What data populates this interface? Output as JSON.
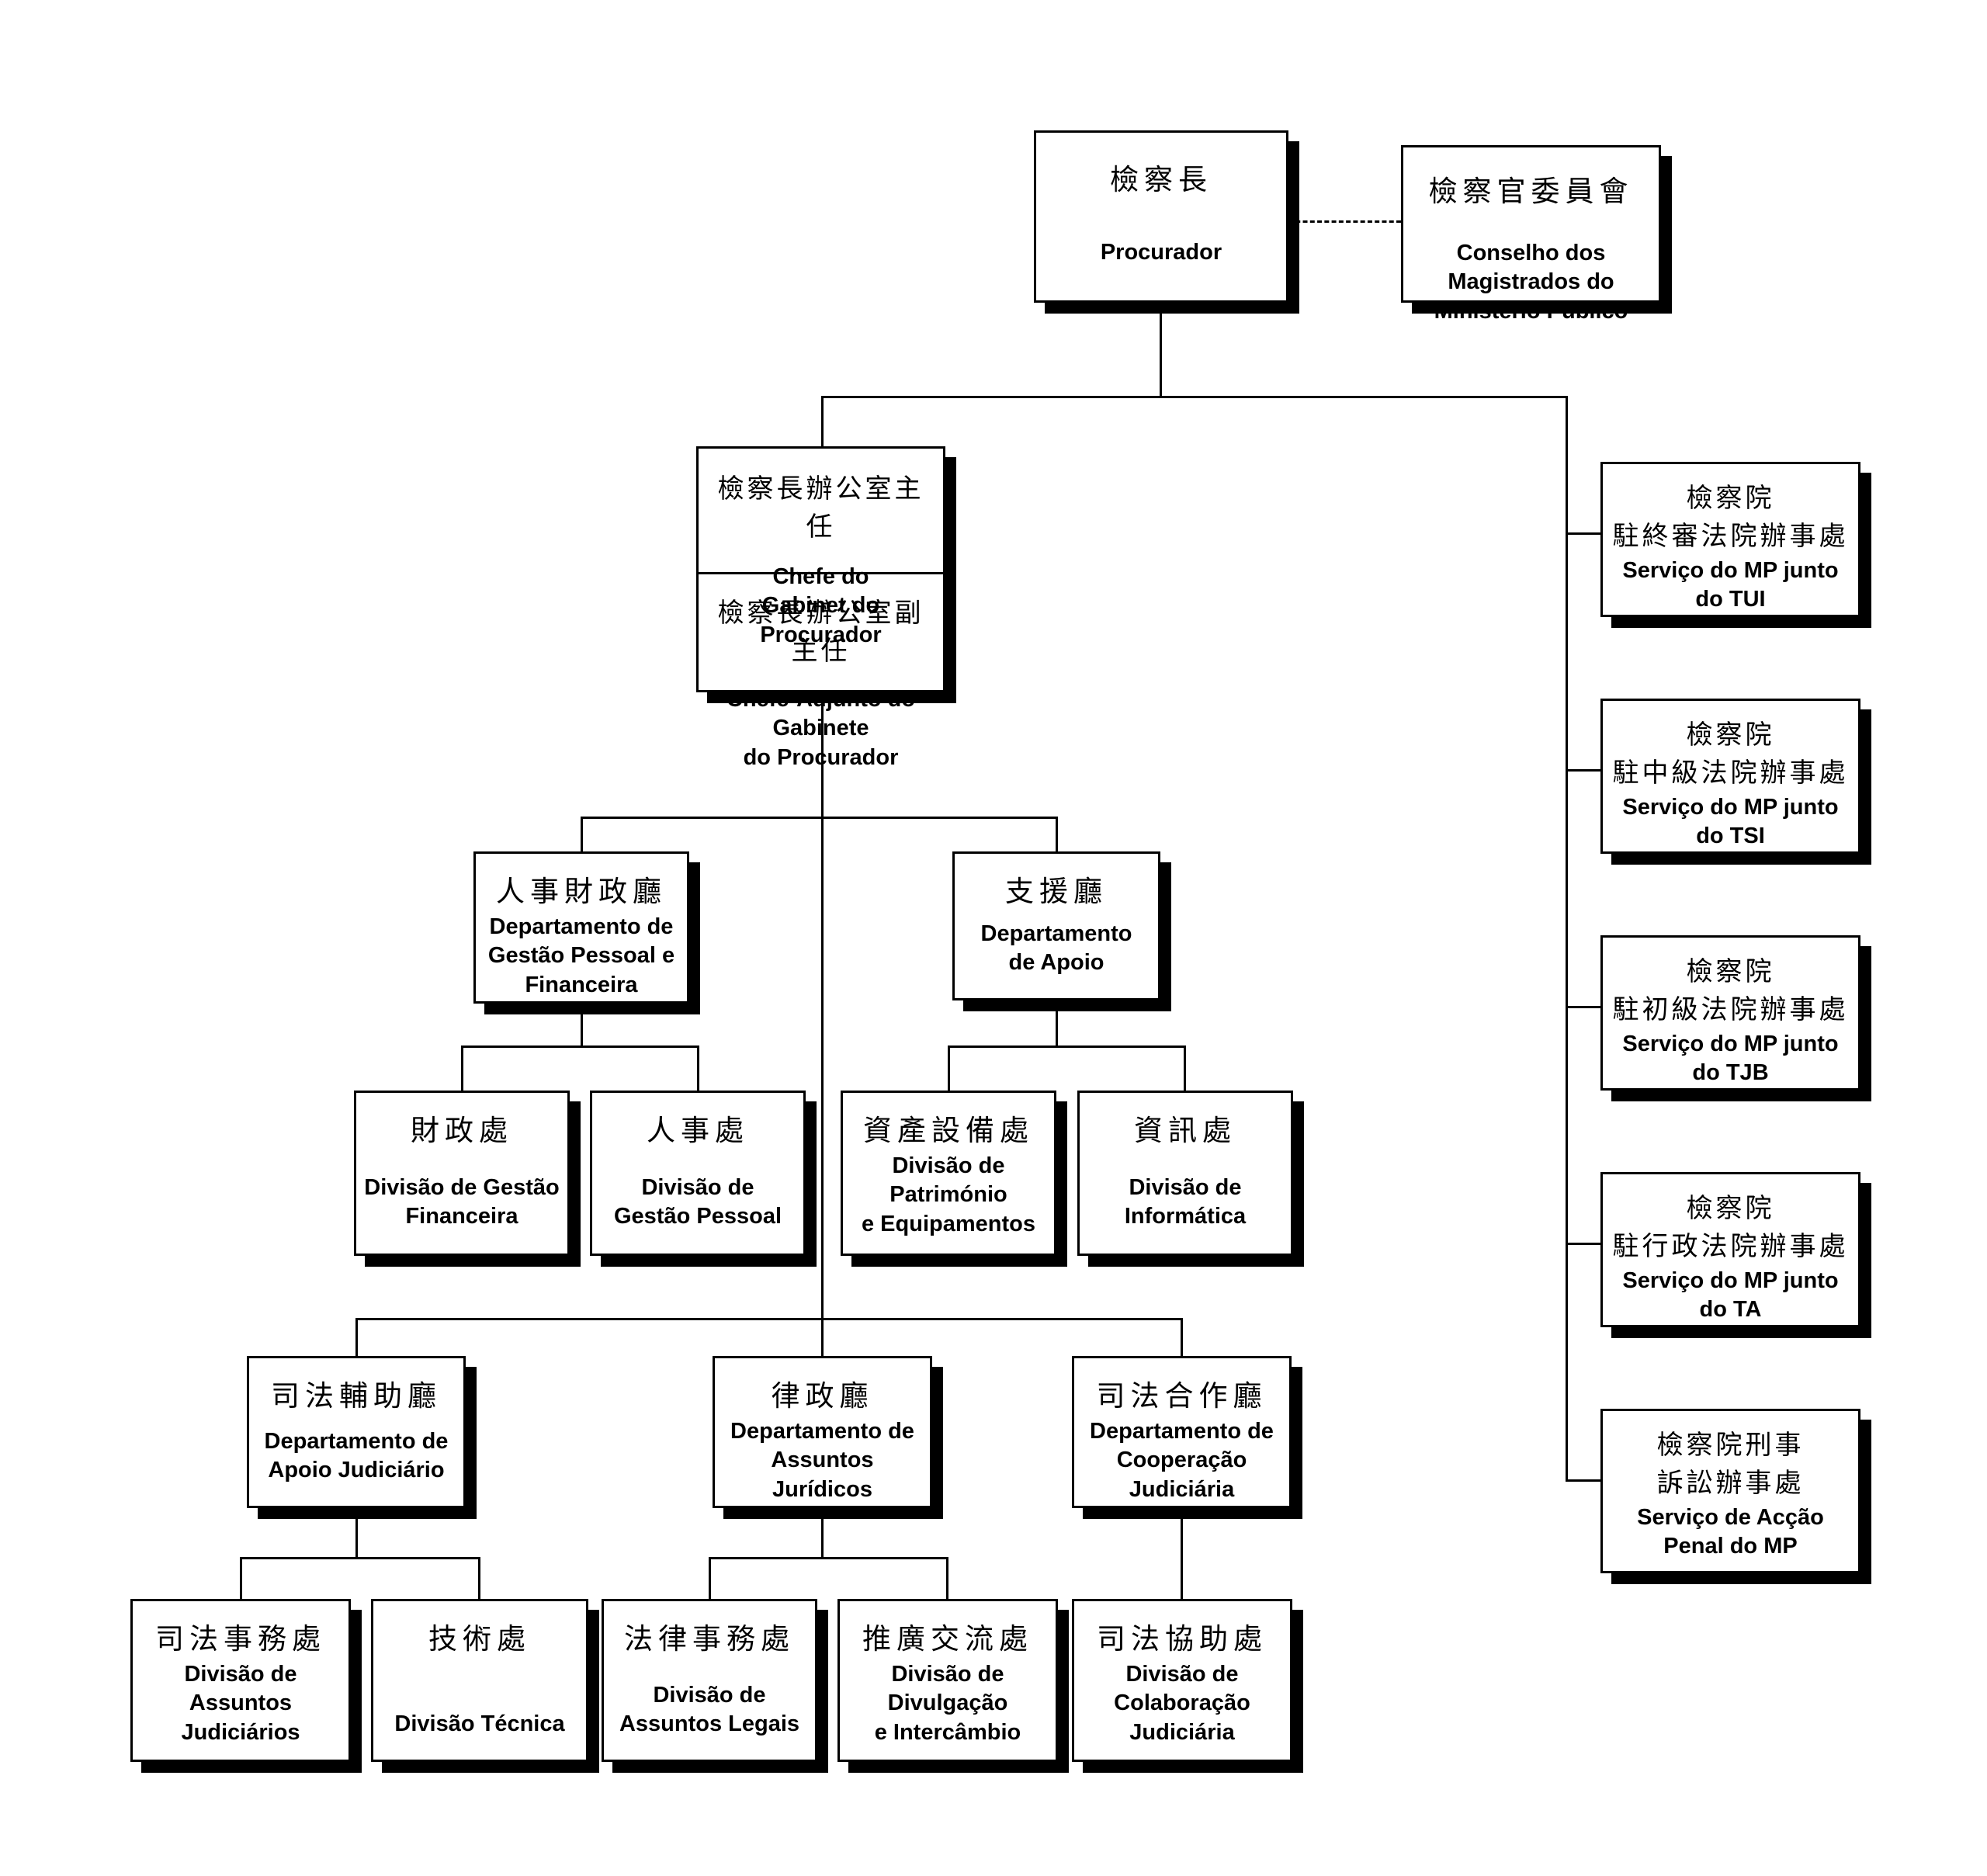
{
  "diagram": {
    "type": "org-chart",
    "accent_color": "#000000",
    "background_color": "#ffffff",
    "nodes": {
      "procurador": {
        "zh": "檢察長",
        "pt": "Procurador"
      },
      "conselho": {
        "zh": "檢察官委員會",
        "pt": "Conselho dos\nMagistrados do\nMinistério Público"
      },
      "chefe": {
        "zh": "檢察長辦公室主任",
        "pt": "Chefe do\nGabinet do Procurador"
      },
      "chefe_adjunto": {
        "zh": "檢察長辦公室副主任",
        "pt": "Chefe-Adjunto do\nGabinete\ndo Procurador"
      },
      "dept_gestao": {
        "zh": "人事財政廳",
        "pt": "Departamento de\nGestão Pessoal e\nFinanceira"
      },
      "dept_apoio": {
        "zh": "支援廳",
        "pt": "Departamento\nde Apoio"
      },
      "div_financeira": {
        "zh": "財政處",
        "pt": "Divisão de Gestão\nFinanceira"
      },
      "div_pessoal": {
        "zh": "人事處",
        "pt": "Divisão de\nGestão Pessoal"
      },
      "div_patrimonio": {
        "zh": "資產設備處",
        "pt": "Divisão de Património\ne Equipamentos"
      },
      "div_informatica": {
        "zh": "資訊處",
        "pt": "Divisão de Informática"
      },
      "dept_judiciario": {
        "zh": "司法輔助廳",
        "pt": "Departamento de\nApoio Judiciário"
      },
      "dept_juridicos": {
        "zh": "律政廳",
        "pt": "Departamento de\nAssuntos Jurídicos"
      },
      "dept_cooperacao": {
        "zh": "司法合作廳",
        "pt": "Departamento de\nCooperação Judiciária"
      },
      "div_judiciarios": {
        "zh": "司法事務處",
        "pt": "Divisão de\nAssuntos Judiciários"
      },
      "div_tecnica": {
        "zh": "技術處",
        "pt": "Divisão Técnica"
      },
      "div_legais": {
        "zh": "法律事務處",
        "pt": "Divisão de\nAssuntos Legais"
      },
      "div_divulgacao": {
        "zh": "推廣交流處",
        "pt": "Divisão de Divulgação\ne Intercâmbio"
      },
      "div_colaboracao": {
        "zh": "司法協助處",
        "pt": "Divisão de\nColaboração Judiciária"
      },
      "mp_tui": {
        "zh": "檢察院\n駐終審法院辦事處",
        "pt": "Serviço do MP junto\ndo TUI"
      },
      "mp_tsi": {
        "zh": "檢察院\n駐中級法院辦事處",
        "pt": "Serviço do MP junto\ndo TSI"
      },
      "mp_tjb": {
        "zh": "檢察院\n駐初級法院辦事處",
        "pt": "Serviço do MP junto\ndo TJB"
      },
      "mp_ta": {
        "zh": "檢察院\n駐行政法院辦事處",
        "pt": "Serviço do MP junto\ndo TA"
      },
      "mp_penal": {
        "zh": "檢察院刑事\n訴訟辦事處",
        "pt": "Serviço de Acção\nPenal do MP"
      }
    },
    "edges": [
      {
        "from": "procurador",
        "to": "conselho",
        "style": "dashed"
      },
      {
        "from": "procurador",
        "to": "chefe",
        "style": "solid"
      },
      {
        "from": "procurador",
        "to": "mp_tui",
        "style": "solid"
      },
      {
        "from": "procurador",
        "to": "mp_tsi",
        "style": "solid"
      },
      {
        "from": "procurador",
        "to": "mp_tjb",
        "style": "solid"
      },
      {
        "from": "procurador",
        "to": "mp_ta",
        "style": "solid"
      },
      {
        "from": "procurador",
        "to": "mp_penal",
        "style": "solid"
      },
      {
        "from": "chefe_adjunto",
        "to": "dept_gestao",
        "style": "solid"
      },
      {
        "from": "chefe_adjunto",
        "to": "dept_apoio",
        "style": "solid"
      },
      {
        "from": "chefe_adjunto",
        "to": "dept_judiciario",
        "style": "solid"
      },
      {
        "from": "chefe_adjunto",
        "to": "dept_juridicos",
        "style": "solid"
      },
      {
        "from": "chefe_adjunto",
        "to": "dept_cooperacao",
        "style": "solid"
      },
      {
        "from": "dept_gestao",
        "to": "div_financeira",
        "style": "solid"
      },
      {
        "from": "dept_gestao",
        "to": "div_pessoal",
        "style": "solid"
      },
      {
        "from": "dept_apoio",
        "to": "div_patrimonio",
        "style": "solid"
      },
      {
        "from": "dept_apoio",
        "to": "div_informatica",
        "style": "solid"
      },
      {
        "from": "dept_judiciario",
        "to": "div_judiciarios",
        "style": "solid"
      },
      {
        "from": "dept_judiciario",
        "to": "div_tecnica",
        "style": "solid"
      },
      {
        "from": "dept_juridicos",
        "to": "div_legais",
        "style": "solid"
      },
      {
        "from": "dept_juridicos",
        "to": "div_divulgacao",
        "style": "solid"
      },
      {
        "from": "dept_cooperacao",
        "to": "div_colaboracao",
        "style": "solid"
      }
    ]
  }
}
